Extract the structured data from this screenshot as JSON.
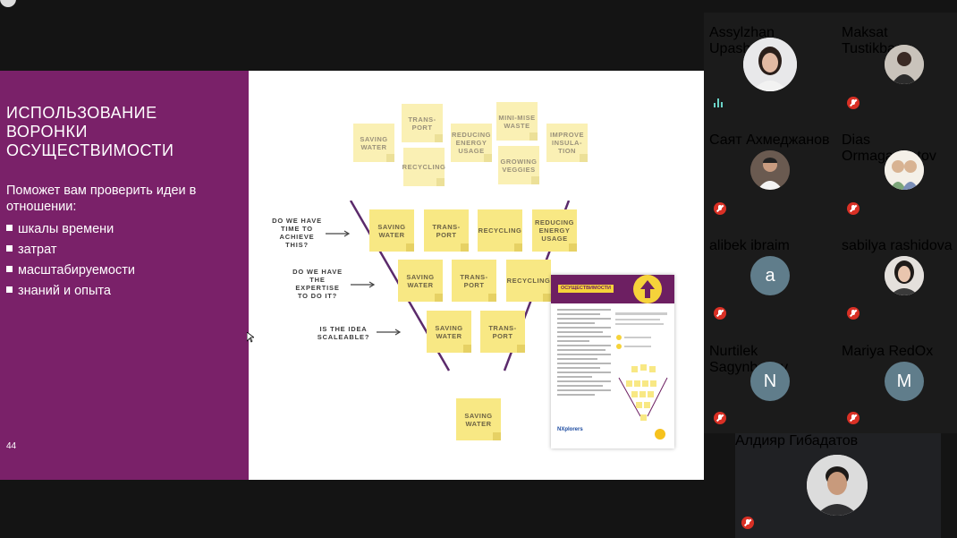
{
  "window": {
    "title": ""
  },
  "slide": {
    "title_lines": [
      "ИСПОЛЬЗОВАНИЕ",
      "ВОРОНКИ",
      "ОСУЩЕСТВИМОСТИ"
    ],
    "subtitle": "Поможет вам проверить идеи в отношении:",
    "bullets": [
      "шкалы времени",
      "затрат",
      "масштабируемости",
      "знаний и опыта"
    ],
    "page_number": "44"
  },
  "funnel": {
    "top_notes": [
      "SAVING WATER",
      "TRANS-PORT",
      "RECYCLING",
      "REDUCING ENERGY USAGE",
      "MINI-MISE WASTE",
      "GROWING VEGGIES",
      "IMPROVE INSULA-TION"
    ],
    "row1_notes": [
      "SAVING WATER",
      "TRANS-PORT",
      "RECYCLING",
      "REDUCING ENERGY USAGE"
    ],
    "row2_notes": [
      "SAVING WATER",
      "TRANS-PORT",
      "RECYCLING"
    ],
    "row3_notes": [
      "SAVING WATER",
      "TRANS-PORT"
    ],
    "result_note": "SAVING WATER",
    "questions": [
      "DO WE HAVE TIME TO ACHIEVE THIS?",
      "DO WE HAVE THE EXPERTISE TO DO IT?",
      "IS THE IDEA SCALEABLE?"
    ]
  },
  "doc_thumbnail": {
    "tag": "ОСУЩЕСТВИМОСТИ",
    "brand": "NXplorers"
  },
  "participants": [
    {
      "name": "Assylzhan Upasheva",
      "muted": false,
      "initial": ""
    },
    {
      "name": "Maksat Tustikbaev",
      "muted": true,
      "initial": ""
    },
    {
      "name": "Саят Ахмеджанов",
      "muted": true,
      "initial": ""
    },
    {
      "name": "Dias Ormaganbetov",
      "muted": true,
      "initial": ""
    },
    {
      "name": "alibek ibraim",
      "muted": true,
      "initial": "a"
    },
    {
      "name": "sabilya rashidova",
      "muted": true,
      "initial": ""
    },
    {
      "name": "Nurtilek Sagynbayev",
      "muted": true,
      "initial": "N"
    },
    {
      "name": "Mariya RedOx",
      "muted": true,
      "initial": "M"
    },
    {
      "name": "Алдияр Гибадатов",
      "muted": true,
      "initial": ""
    }
  ],
  "colors": {
    "slide_purple": "#7a2169",
    "sticky_yellow": "#f8e884",
    "funnel_line": "#5b2a6b",
    "mute_red": "#d93025",
    "tile_bg": "#202124"
  },
  "icons": [
    "microphone-muted-icon",
    "speaking-indicator-icon",
    "arrow-right-icon",
    "mouse-cursor-icon"
  ]
}
